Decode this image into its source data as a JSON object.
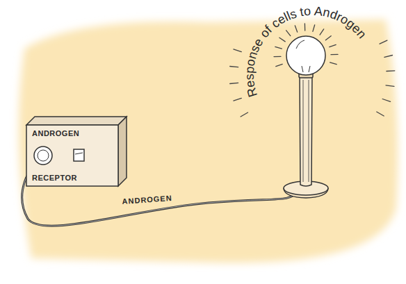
{
  "diagram": {
    "nodes": [
      {
        "text": [
          "ANDROGEN RECEPTOR"
        ]
      }
    ],
    "labels": [
      "ANDROGEN",
      "Response of cells to Androgen"
    ]
  }
}
